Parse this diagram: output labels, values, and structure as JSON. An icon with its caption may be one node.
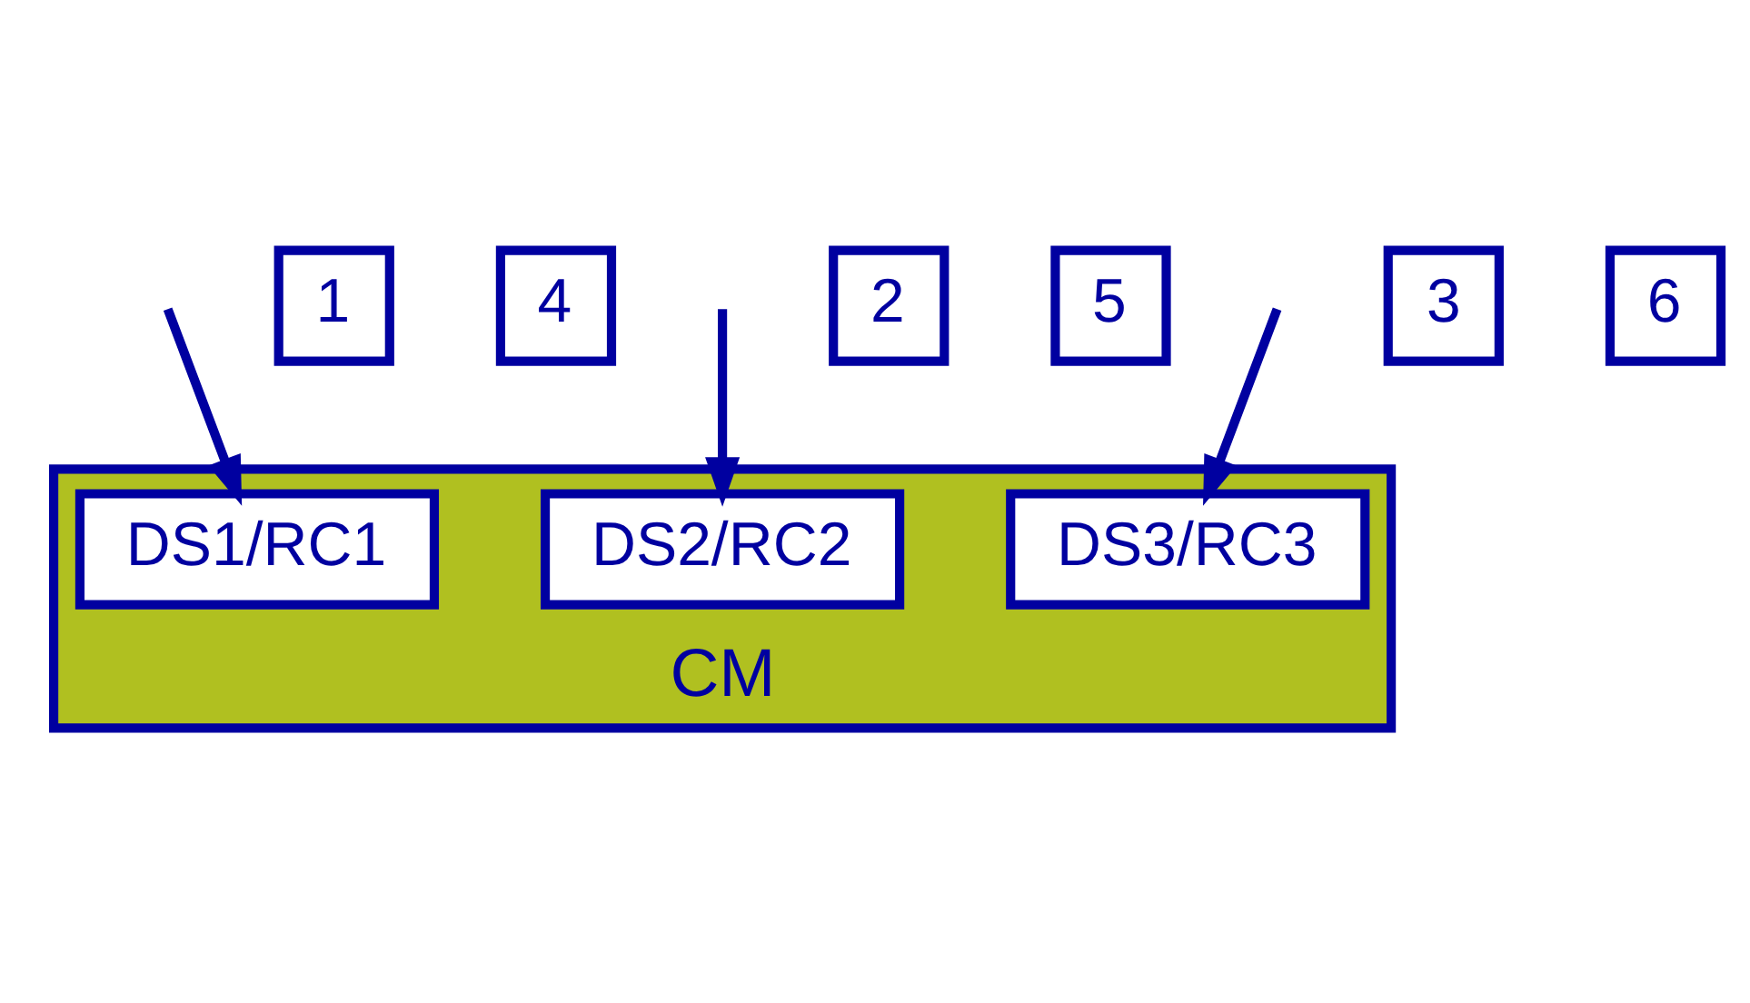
{
  "diagram": {
    "nodes": [
      {
        "text": [
          "CM"
        ]
      },
      {
        "text": [
          "DS1/RC1"
        ],
        "in": 0
      },
      {
        "text": [
          "DS2/RC2"
        ],
        "in": 0
      },
      {
        "text": [
          "DS3/RC3"
        ],
        "in": 0
      },
      {
        "text": [
          "1"
        ]
      },
      {
        "text": [
          "4"
        ]
      },
      {
        "text": [
          "2"
        ]
      },
      {
        "text": [
          "5"
        ]
      },
      {
        "text": [
          "3"
        ]
      },
      {
        "text": [
          "6"
        ]
      }
    ],
    "edges": [
      {
        "from": null,
        "to": 1,
        "arrow": "to"
      },
      {
        "from": null,
        "to": 2,
        "arrow": "to"
      },
      {
        "from": null,
        "to": 3,
        "arrow": "to"
      }
    ]
  }
}
